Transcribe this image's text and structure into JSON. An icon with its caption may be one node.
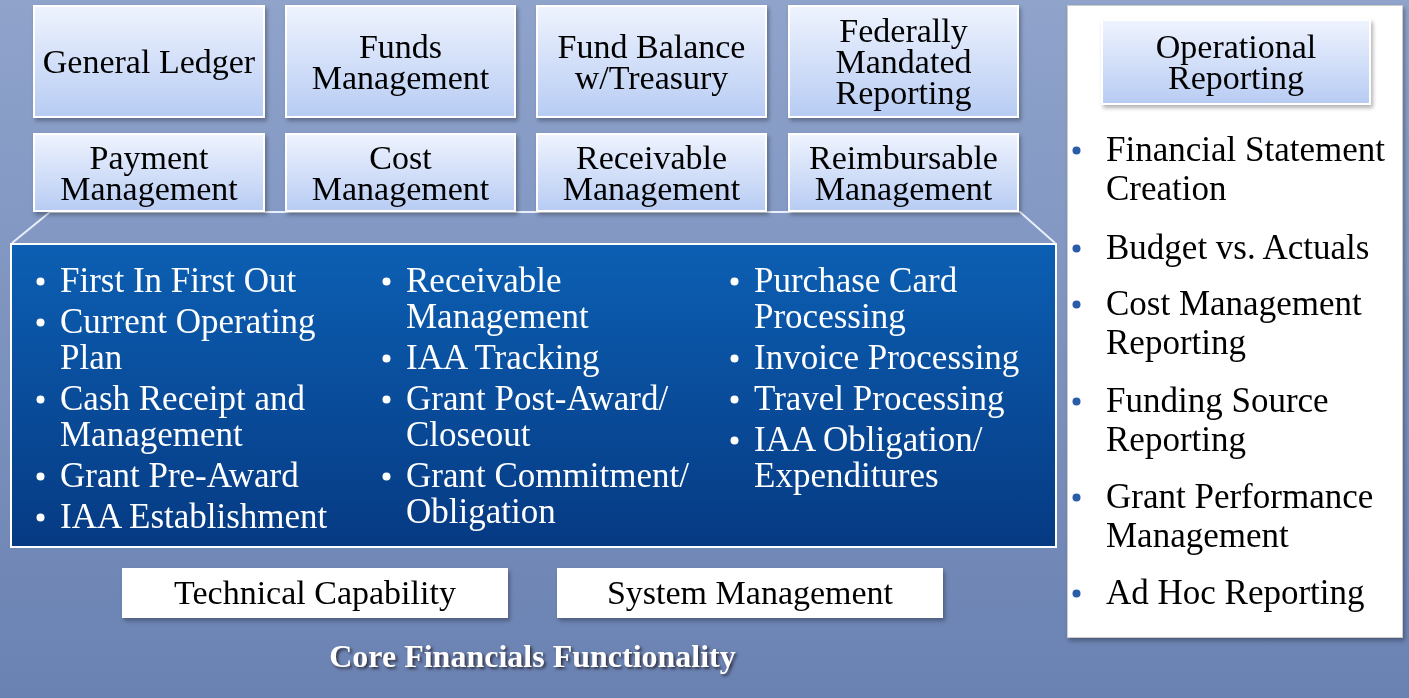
{
  "diagram": {
    "caption": "Core Financials Functionality",
    "nodes": [
      {
        "text": [
          "General Ledger"
        ]
      },
      {
        "text": [
          "Funds Management"
        ]
      },
      {
        "text": [
          "Fund Balance w/Treasury"
        ]
      },
      {
        "text": [
          "Federally Mandated Reporting"
        ]
      },
      {
        "text": [
          "Payment Management"
        ]
      },
      {
        "text": [
          "Cost Management"
        ]
      },
      {
        "text": [
          "Receivable Management"
        ]
      },
      {
        "text": [
          "Reimbursable Management"
        ]
      },
      {
        "text": [
          "First In First Out",
          "Current Operating Plan",
          "Cash Receipt and Management",
          "Grant Pre-Award",
          "IAA Establishment",
          "Receivable Management",
          "IAA Tracking",
          "Grant Post-Award/ Closeout",
          "Grant Commitment/ Obligation",
          "Purchase Card Processing",
          "Invoice Processing",
          "Travel Processing",
          "IAA Obligation/ Expenditures"
        ]
      },
      {
        "text": [
          "Technical Capability"
        ]
      },
      {
        "text": [
          "System Management"
        ]
      },
      {
        "text": [
          "Financial Statement Creation",
          "Budget vs. Actuals",
          "Cost Management Reporting",
          "Funding Source Reporting",
          "Grant Performance Management",
          "Ad Hoc Reporting"
        ]
      },
      {
        "text": [
          "Operational Reporting"
        ],
        "in": 11
      }
    ],
    "edges": []
  }
}
